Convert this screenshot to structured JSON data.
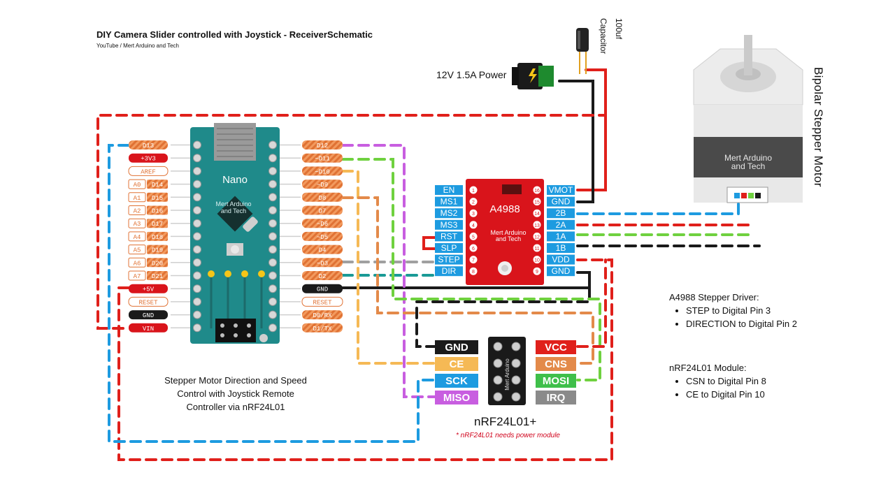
{
  "header": {
    "title": "DIY Camera Slider controlled with Joystick - ReceiverSchematic",
    "subtitle": "YouTube / Mert Arduino and Tech"
  },
  "power": {
    "label": "12V  1.5A Power",
    "capacitor_lines": [
      "100uf",
      "Capacitor"
    ]
  },
  "motor": {
    "label": "Bipolar Stepper Motor",
    "brand": [
      "Mert Arduino",
      "and Tech"
    ]
  },
  "nano": {
    "name": "Nano",
    "brand": [
      "Mert Arduino",
      "and Tech"
    ],
    "left_pins": [
      "D13",
      "+3V3",
      "AREF",
      "D14",
      "D15",
      "D16",
      "D17",
      "D18",
      "D19",
      "D20",
      "D21",
      "+5V",
      "RESET",
      "GND",
      "VIN"
    ],
    "left_prefix": [
      "",
      "",
      "",
      "A0",
      "A1",
      "A2",
      "A3",
      "A4",
      "A5",
      "A6",
      "A7",
      "",
      "",
      "",
      ""
    ],
    "right_pins": [
      "D12",
      "~D11",
      "~D10",
      "~D9",
      "D8",
      "D7",
      "~D6",
      "~D5",
      "D4",
      "~D3",
      "D2",
      "GND",
      "RESET",
      "D0/RX",
      "D1/TX"
    ]
  },
  "driver": {
    "name": "A4988",
    "brand": [
      "Mert Arduino",
      "and Tech"
    ],
    "left_pins": [
      "EN",
      "MS1",
      "MS2",
      "MS3",
      "RST",
      "SLP",
      "STEP",
      "DIR"
    ],
    "right_pins": [
      "VMOT",
      "GND",
      "2B",
      "2A",
      "1A",
      "1B",
      "VDD",
      "GND"
    ],
    "left_numbers": [
      "1",
      "2",
      "3",
      "4",
      "5",
      "6",
      "7",
      "8"
    ],
    "right_numbers": [
      "16",
      "15",
      "14",
      "13",
      "12",
      "11",
      "10",
      "9"
    ]
  },
  "nrf": {
    "title": "nRF24L01+",
    "note": "*  nRF24L01 needs power module",
    "brand": "Mert Arduino",
    "left_pins": [
      "GND",
      "CE",
      "SCK",
      "MISO"
    ],
    "right_pins": [
      "VCC",
      "CNS",
      "MOSI",
      "IRQ"
    ]
  },
  "notes": {
    "driver_title": "A4988 Stepper Driver:",
    "driver_items": [
      "STEP to Digital Pin 3",
      "DIRECTION to Digital Pin 2"
    ],
    "nrf_title": "nRF24L01 Module:",
    "nrf_items": [
      "CSN to Digital Pin 8",
      "CE  to Digital Pin 10"
    ],
    "description": [
      "Stepper Motor Direction and Speed",
      "Control with Joystick Remote",
      "Controller via nRF24L01"
    ]
  },
  "colors": {
    "red_wire": "#e0201b",
    "black_wire": "#1a1a1a",
    "blue_wire": "#1d9be0",
    "green_wire": "#6fd13f",
    "orange_wire": "#e38a4a",
    "yellow_wire": "#f5b955",
    "purple_wire": "#c85ee0",
    "teal_wire": "#1a9a96",
    "gray_wire": "#a0a0a0",
    "nano_board": "#1f8a8a",
    "nano_pin_label": "#e0763a",
    "driver_board": "#d9141b",
    "driver_label": "#1d9be0"
  }
}
